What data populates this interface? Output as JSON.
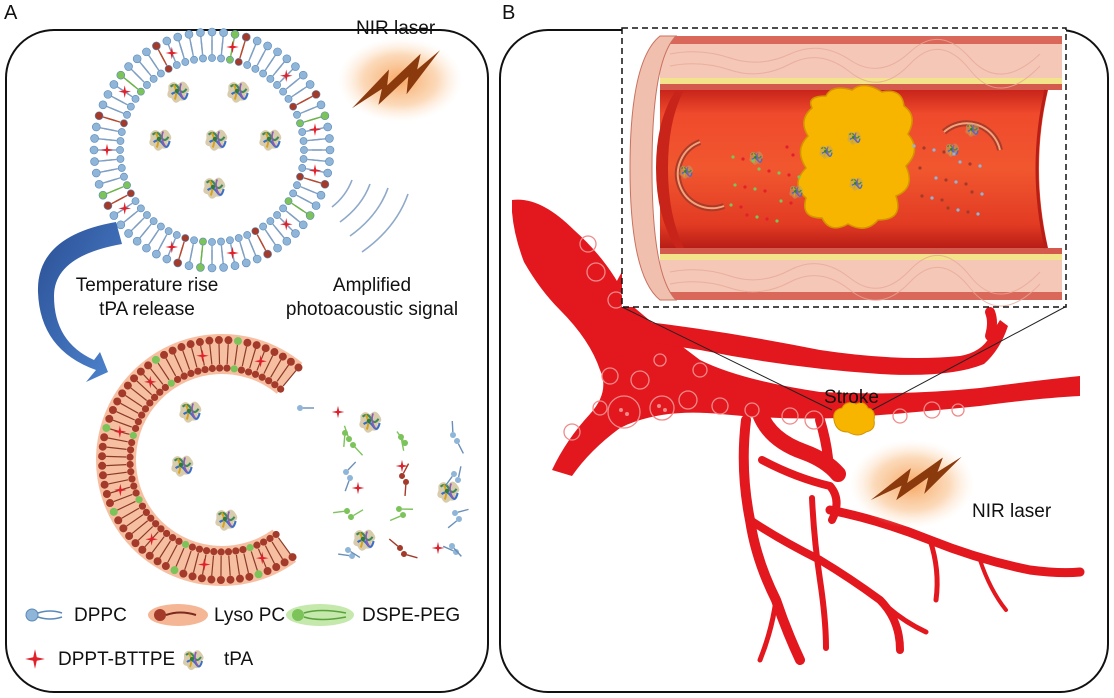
{
  "panels": {
    "a": {
      "letter": "A",
      "nir_label": "NIR laser",
      "release_line1": "Temperature rise",
      "release_line2": "tPA release",
      "signal_line1": "Amplified",
      "signal_line2": "photoacoustic signal",
      "legend": {
        "dppc": "DPPC",
        "lyso": "Lyso PC",
        "dspe": "DSPE-PEG",
        "dppt": "DPPT-BTTPE",
        "tpa": "tPA"
      }
    },
    "b": {
      "letter": "B",
      "stroke_label": "Stroke",
      "nir_label": "NIR laser"
    }
  },
  "colors": {
    "vessel": "#e3171e",
    "clot": "#f7b500",
    "laser": "#8b3a0e",
    "laser_glow": "#f7a25a",
    "arrow": "#2f5fae",
    "lipid_head": "#8fb6d8",
    "lyso_glow": "#f3a47a",
    "dspe": "#7cc35a",
    "star": "#e0202a"
  }
}
